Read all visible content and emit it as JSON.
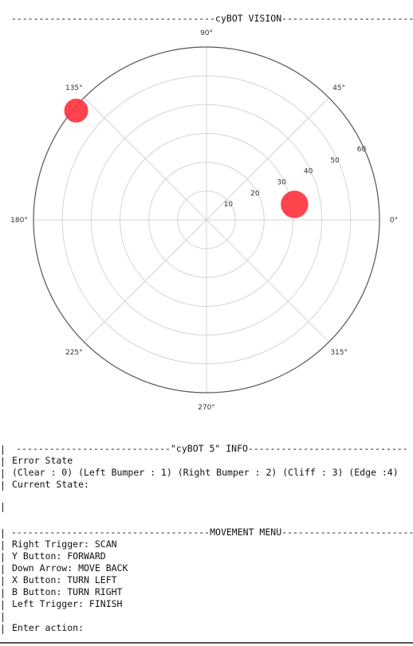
{
  "vision": {
    "header": "cyBOT VISION"
  },
  "chart_data": {
    "type": "scatter",
    "projection": "polar",
    "radial_ticks": [
      "10",
      "20",
      "30",
      "40",
      "50",
      "60"
    ],
    "rmax": 60,
    "angle_labels": [
      "0°",
      "45°",
      "90°",
      "135°",
      "180°",
      "225°",
      "270°",
      "315°"
    ],
    "grid": true,
    "points": [
      {
        "angle_deg": 140,
        "r": 59,
        "size": 1.0,
        "color": "#ff3340"
      },
      {
        "angle_deg": 10,
        "r": 31,
        "size": 1.15,
        "color": "#ff3340"
      }
    ]
  },
  "info": {
    "header": "\"cyBOT 5\" INFO",
    "error_state_label": "Error State",
    "error_codes": "(Clear : 0) (Left Bumper : 1) (Right Bumper : 2) (Cliff : 3) (Edge :4)",
    "current_state_label": "Current State:"
  },
  "menu": {
    "header": "MOVEMENT MENU",
    "items": [
      "Right Trigger: SCAN",
      "Y Button: FORWARD",
      "Down Arrow: MOVE BACK",
      "X Button: TURN LEFT",
      "B Button: TURN RIGHT",
      "Left Trigger: FINISH"
    ],
    "prompt": "Enter action:"
  }
}
